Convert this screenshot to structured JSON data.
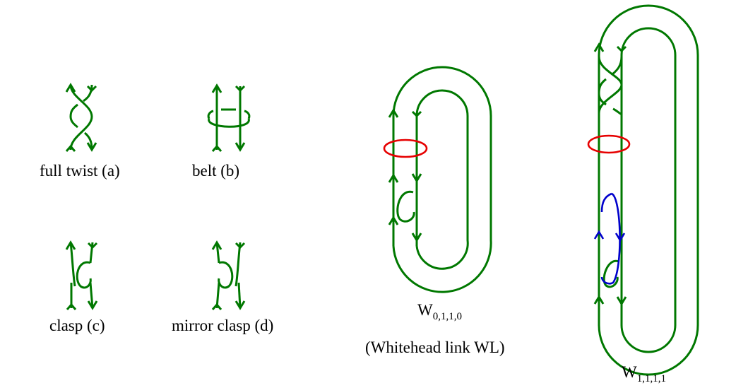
{
  "colors": {
    "strand": "#007800",
    "red_ring": "#e60000",
    "blue_loop": "#0000cc",
    "background": "#ffffff",
    "text": "#000000"
  },
  "labels": {
    "full_twist": "full twist (a)",
    "belt": "belt (b)",
    "clasp": "clasp (c)",
    "mirror_clasp": "mirror clasp (d)",
    "w0110_base": "W",
    "w0110_sub": "0,1,1,0",
    "whitehead": "(Whitehead link WL)",
    "w1111_base": "W",
    "w1111_sub": "1,1,1,1"
  }
}
